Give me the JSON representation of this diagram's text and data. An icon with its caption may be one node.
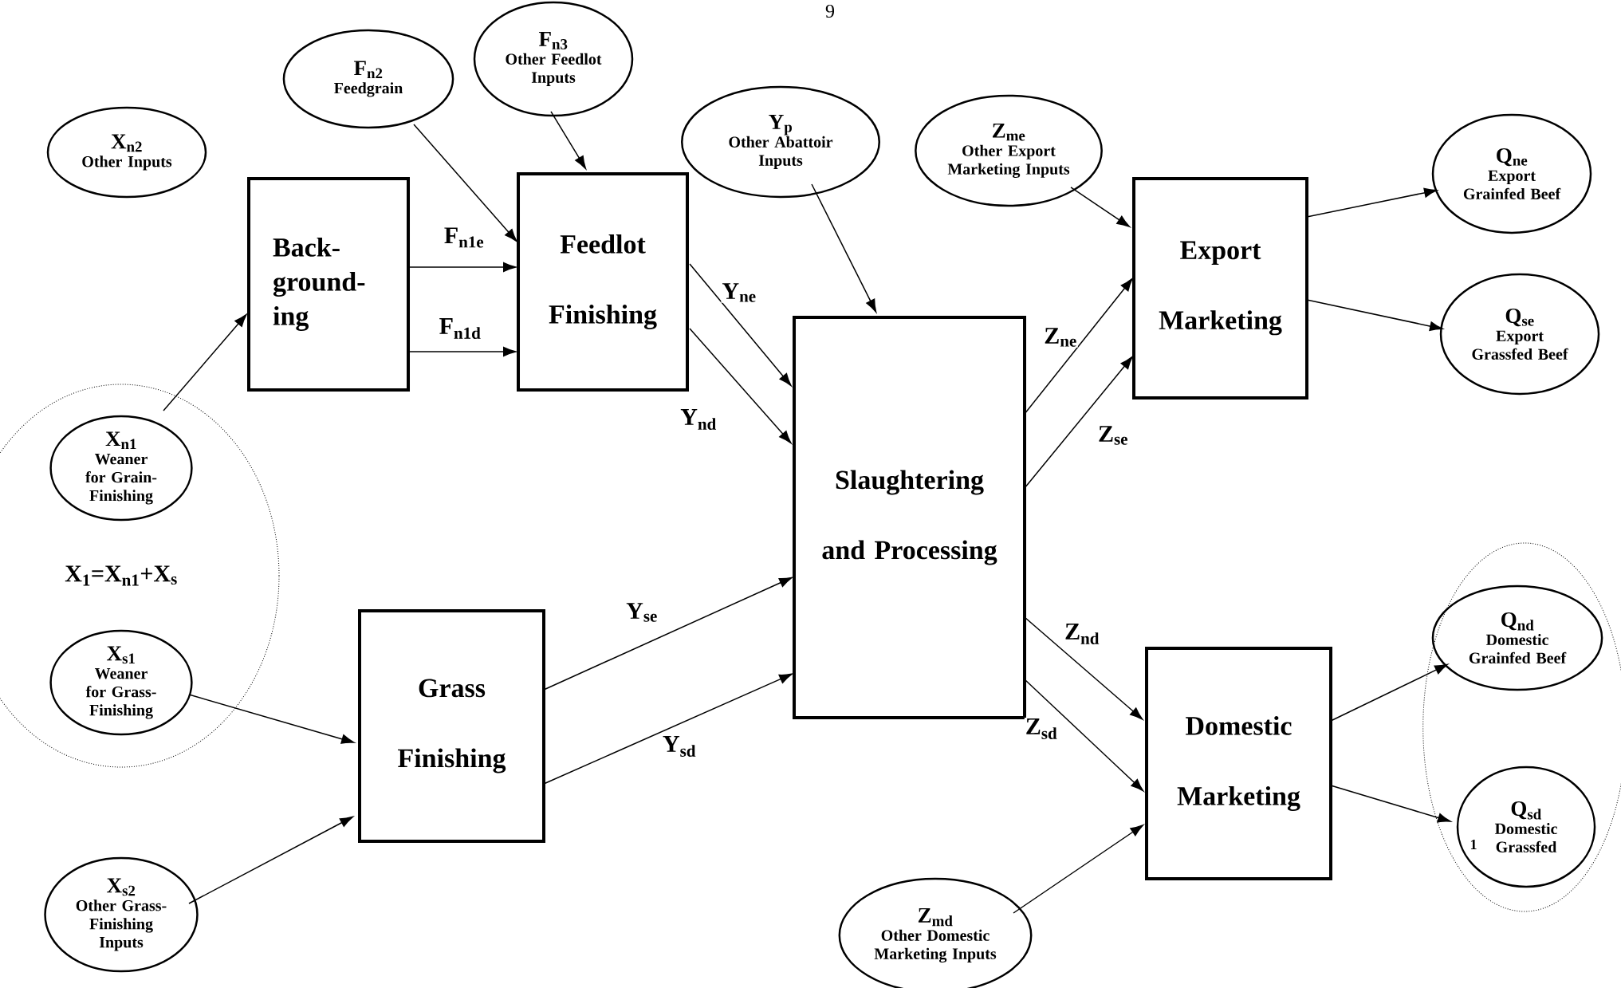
{
  "diagram": {
    "nodes": [
      {
        "text": [
          "X$_{1}$=X$_{n1}$+X$_{s}$"
        ]
      },
      {
        "text": [
          "X$_{n2}$",
          "Other Inputs"
        ]
      },
      {
        "text": [
          "F$_{n2}$",
          "Feedgrain"
        ]
      },
      {
        "text": [
          "F$_{n3}$",
          "Other Feedlot Inputs"
        ]
      },
      {
        "text": [
          "Y$_{p}$",
          "Other Abattoir Inputs"
        ]
      },
      {
        "text": [
          "Z$_{me}$",
          "Other Export Marketing Inputs"
        ]
      },
      {
        "text": [
          "Q$_{ne}$",
          "Export Grainfed Beef"
        ]
      },
      {
        "text": [
          "Q$_{se}$",
          "Export Grassfed Beef"
        ]
      },
      {
        "text": [
          "Back- ground- ing"
        ]
      },
      {
        "text": [
          "Feedlot Finishing"
        ]
      },
      {
        "text": [
          "Slaughtering and Processing"
        ]
      },
      {
        "text": [
          "Export Marketing"
        ]
      },
      {
        "text": [
          "X$_{n1}$",
          "Weaner for Grain- Finishing"
        ],
        "in": 0
      },
      {
        "text": [
          "X$_{s1}$",
          "Weaner for Grass- Finishing"
        ],
        "in": 0
      },
      {
        "text": [
          "Grass Finishing"
        ]
      },
      {
        "text": [],
        "shape": "ellipse"
      },
      {
        "text": [
          "Q$_{nd}$",
          "Domestic Grainfed Beef"
        ],
        "in": 15
      },
      {
        "text": [
          "Q$_{sd}$",
          "Domestic Grassfed"
        ],
        "in": 15
      },
      {
        "text": [
          "Domestic Marketing"
        ]
      },
      {
        "text": [
          "X$_{s2}$",
          "Other Grass- Finishing Inputs"
        ]
      },
      {
        "text": [
          "Z$_{md}$",
          "Other Domestic Marketing Inputs"
        ]
      }
    ],
    "edges": [
      {
        "from": 12,
        "to": 8,
        "arrow": "to"
      },
      {
        "from": 2,
        "to": 9,
        "arrow": "to"
      },
      {
        "from": 3,
        "to": 9,
        "arrow": "to"
      },
      {
        "from": 8,
        "to": 9,
        "arrow": "to",
        "label": "F$_{n1e}$"
      },
      {
        "from": 8,
        "to": 9,
        "arrow": "to",
        "label": "F$_{n1d}$"
      },
      {
        "from": 9,
        "to": 10,
        "arrow": "to",
        "label": "Y$_{ne}$"
      },
      {
        "from": 9,
        "to": 10,
        "arrow": "to",
        "label": "Y$_{nd}$"
      },
      {
        "from": 4,
        "to": 10,
        "arrow": "to"
      },
      {
        "from": 13,
        "to": 14,
        "arrow": "to"
      },
      {
        "from": 19,
        "to": 14,
        "arrow": "to"
      },
      {
        "from": 14,
        "to": 10,
        "arrow": "to",
        "label": "Y$_{se}$"
      },
      {
        "from": 14,
        "to": 10,
        "arrow": "to",
        "label": "Y$_{sd}$"
      },
      {
        "from": 10,
        "to": 11,
        "arrow": "to",
        "label": "Z$_{ne}$"
      },
      {
        "from": 10,
        "to": 11,
        "arrow": "to",
        "label": "Z$_{se}$"
      },
      {
        "from": 5,
        "to": 11,
        "arrow": "to"
      },
      {
        "from": 11,
        "to": 6,
        "arrow": "to"
      },
      {
        "from": 11,
        "to": 7,
        "arrow": "to"
      },
      {
        "from": 10,
        "to": 18,
        "arrow": "to",
        "label": "Z$_{nd}$"
      },
      {
        "from": 10,
        "to": 18,
        "arrow": "to",
        "label": "Z$_{sd}$"
      },
      {
        "from": 20,
        "to": 18,
        "arrow": "to"
      },
      {
        "from": 18,
        "to": 16,
        "arrow": "to"
      },
      {
        "from": 18,
        "to": 17,
        "arrow": "to"
      }
    ],
    "labels": [
      "9",
      "1"
    ]
  }
}
